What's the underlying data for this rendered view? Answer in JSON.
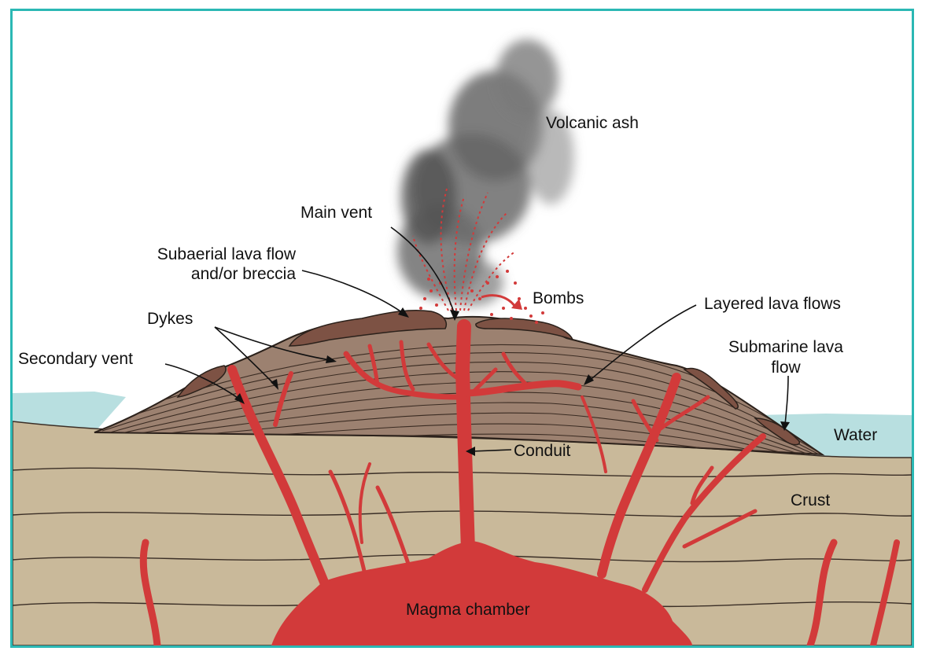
{
  "labels": {
    "volcanic_ash": "Volcanic ash",
    "main_vent": "Main vent",
    "subaerial_line1": "Subaerial lava flow",
    "subaerial_line2": "and/or breccia",
    "bombs": "Bombs",
    "layered_lava_flows": "Layered lava flows",
    "dykes": "Dykes",
    "secondary_vent": "Secondary vent",
    "submarine_line1": "Submarine lava",
    "submarine_line2": "flow",
    "water": "Water",
    "conduit": "Conduit",
    "crust": "Crust",
    "magma_chamber": "Magma chamber"
  },
  "colors": {
    "border": "#2bb8b4",
    "water": "#b8dfe0",
    "crust": "#c9b99a",
    "volcano_layers": "#9c8170",
    "lava_caps": "#7d5244",
    "magma": "#d23a3a",
    "ash": "#7a7a7a"
  }
}
